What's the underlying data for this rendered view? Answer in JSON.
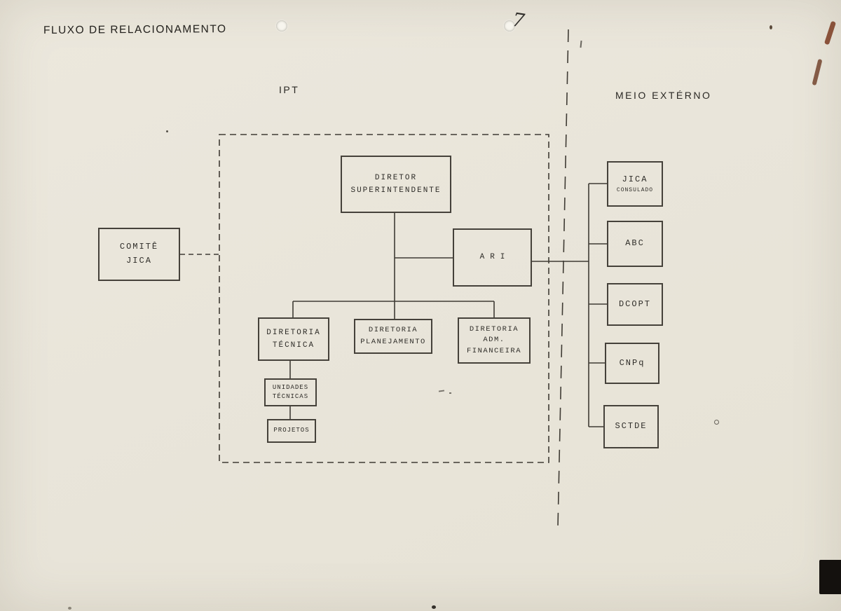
{
  "title": "FLUXO DE RELACIONAMENTO",
  "handwritten_mark": "7",
  "sections": {
    "ipt": "IPT",
    "external": "MEIO EXTÉRNO"
  },
  "nodes": {
    "comite_jica": "COMITÊ\nJICA",
    "diretor_superintendente": "DIRETOR\nSUPERINTENDENTE",
    "ari": "ARI",
    "diretoria_tecnica": "DIRETORIA\nTÉCNICA",
    "diretoria_planejamento": "DIRETORIA\nPLANEJAMENTO",
    "diretoria_adm_financeira": "DIRETORIA\nADM.\nFINANCEIRA",
    "unidades_tecnicas": "UNIDADES\nTÉCNICAS",
    "projetos": "PROJETOS",
    "jica": "JICA",
    "jica_sub": "CONSULADO",
    "abc": "ABC",
    "dcopt": "DCOPT",
    "cnpq": "CNPq",
    "sctde": "SCTDE"
  },
  "colors": {
    "paper": "#e9e5da",
    "ink": "#2e2c28",
    "line": "#3f3b34"
  }
}
